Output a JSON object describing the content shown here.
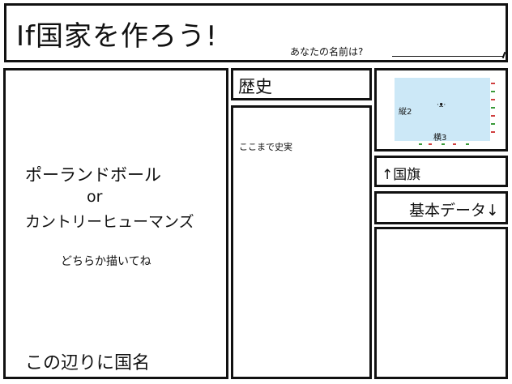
{
  "title": {
    "text": "If国家を作ろう!",
    "name_prompt": "あなたの名前は?"
  },
  "left_panel": {
    "ball_line1": "ポーランドボール",
    "ball_or": "or",
    "ball_line2": "カントリーヒューマンズ",
    "hint": "どちらか描いてね",
    "country_name_hint": "この辺りに国名"
  },
  "history": {
    "header": "歴史",
    "body": "ここまで史実"
  },
  "flag": {
    "height_label": "縦2",
    "width_label": "横3",
    "background_color": "#cce8f7",
    "section_label": "↑国旗"
  },
  "basic_data": {
    "label": "基本データ↓"
  }
}
